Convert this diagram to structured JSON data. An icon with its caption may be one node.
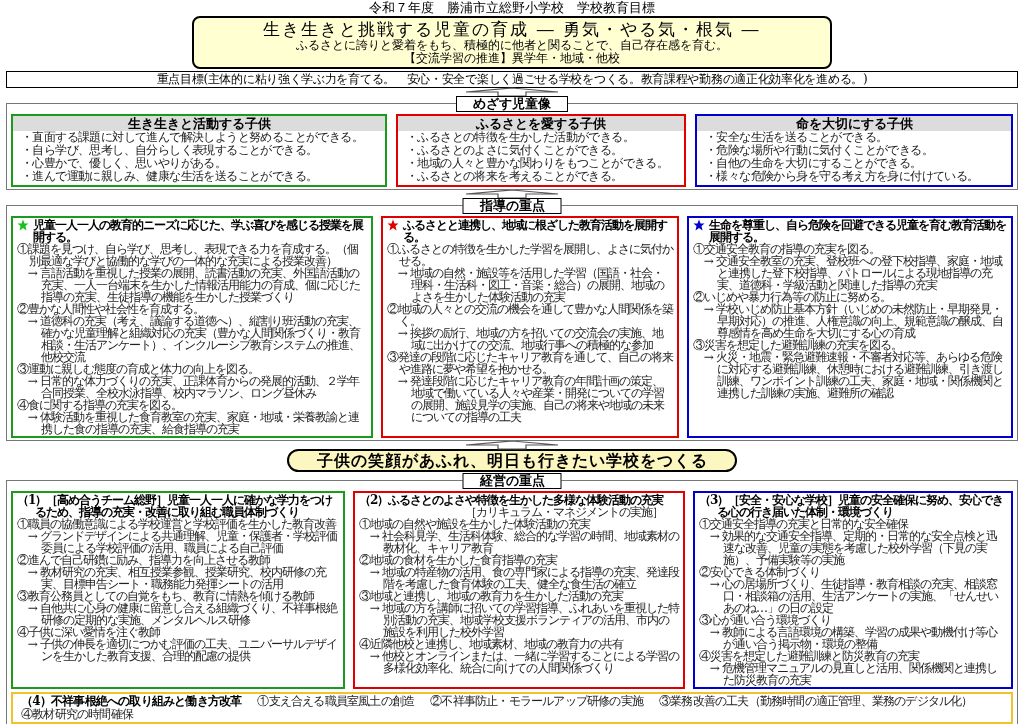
{
  "diagram": {
    "title": "令和７年度　勝浦市立総野小学校　学校教育目標",
    "nodes": [
      {
        "text": [
          "生き生きと挑戦する児童の育成 ― 勇気・やる気・根気 ―",
          "ふるさとに誇りと愛着をもち、積極的に他者と関ることで、自己存在感を育む。",
          "【交流学習の推進】異学年・地域・他校"
        ]
      },
      {
        "text": [
          "重点目標(主体的に粘り強く学ぶ力を育てる。　安心・安全で楽しく過ごせる学校をつくる。教育課程や勤務の適正化効率化を進める。)"
        ]
      },
      {
        "text": [
          "めざす児童像"
        ]
      },
      {
        "text": [
          "生き生きと活動する子供",
          "・直面する課題に対して進んで解決しようと努めることができる。",
          "・自ら学び、思考し、自分らしく表現することができる。",
          "・心豊かで、優しく、思いやりがある。",
          "・進んで運動に親しみ、健康な生活を送ることができる。"
        ],
        "in": 2
      },
      {
        "text": [
          "ふるさとを愛する子供",
          "・ふるさとの特徴を生かした活動ができる。",
          "・ふるさとのよさに気付くことができる。",
          "・地域の人々と豊かな関わりをもつことができる。",
          "・ふるさとの将来を考えることができる。"
        ],
        "in": 2
      },
      {
        "text": [
          "命を大切にする子供",
          "・安全な生活を送ることができる。",
          "・危険な場所や行動に気付くことができる。",
          "・自他の生命を大切にすることができる。",
          "・様々な危険から身を守る考え方を身に付けている。"
        ],
        "in": 2
      },
      {
        "text": [
          "指導の重点"
        ]
      },
      {
        "text": [
          "児童一人一人の教育的ニーズに応じた、学ぶ喜びを感じる授業を展開する。",
          "①課題を見つけ、自ら学び、思考し、表現できる力を育成する。（個別最適な学びと協働的な学びの一体的な充実による授業改善）",
          "→ 言語活動を重視した授業の展開、読書活動の充実、外国語活動の充実、一人一台端末を生かした情報活用能力の育成、個に応じた指導の充実、生徒指導の機能を生かした授業づくり",
          "②豊かな人間性や社会性を育成する。",
          "→ 道徳科の充実（考え、議論する道徳へ）、縦割り班活動の充実、確かな児童理解と組織対応の充実（豊かな人間関係づくり・教育相談・生活アンケート）、インクルーシブ教育システムの推進、他校交流",
          "③運動に親しむ態度の育成と体力の向上を図る。",
          "→ 日常的な体力づくりの充実、正課体育からの発展的活動、２学年合同授業、全校水泳指導、校内マラソン、ロング昼休み",
          "④食に関する指導の充実を図る。",
          "→ 体験活動を重視した食育教室の充実、家庭・地域・栄養教諭と連携した食の指導の充実、給食指導の充実"
        ],
        "in": 6
      },
      {
        "text": [
          "ふるさとと連携し、地域に根ざした教育活動を展開する。",
          "①ふるさとの特徴を生かした学習を展開し、よさに気付かせる。",
          "→ 地域の自然・施設等を活用した学習（国語・社会・理科・生活科・図工・音楽・総合）の展開、地域のよさを生かした体験活動の充実",
          "②地域の人々との交流の機会を通して豊かな人間関係を築く。",
          "→ 挨拶の励行、地域の方を招いての交流会の実施、地域に出かけての交流、地域行事への積極的な参加",
          "③発達の段階に応じたキャリア教育を通して、自己の将来や進路に夢や希望を抱かせる。",
          "→ 発達段階に応じたキャリア教育の年間計画の策定、地域で働いている人々や産業・開発についての学習の展開、施設見学の実施、自己の将来や地域の未来についての指導の工夫"
        ],
        "in": 6
      },
      {
        "text": [
          "生命を尊重し、自ら危険を回避できる児童を育む教育活動を展開する。",
          "①交通安全教育の指導の充実を図る。",
          "→ 交通安全教室の充実、登校班への登下校指導、家庭・地域と連携した登下校指導、パトロールによる現地指導の充実、道徳科・学級活動と関連した指導の充実",
          "②いじめや暴力行為等の防止に努める。",
          "→ 学校いじめ防止基本方針（いじめの未然防止・早期発見・早期対応）の推進、人権意識の向上、規範意識の醸成、自尊感情を高め生命を大切にする心の育成",
          "③災害を想定した避難訓練の充実を図る。",
          "→ 火災・地震・緊急避難速報・不審者対応等、あらゆる危険に対応する避難訓練、休憩時における避難訓練、引き渡し訓練、ワンポイント訓練の工夫、家庭・地域・関係機関と連携した訓練の実施、避難所の確認"
        ],
        "in": 6
      },
      {
        "text": [
          "子供の笑顔があふれ、明日も行きたい学校をつくる"
        ]
      },
      {
        "text": [
          "経営の重点"
        ]
      },
      {
        "text": [
          "（1）［高め合うチーム総野］児童一人一人に確かな学力をつけるため、指導の充実・改善に取り組む職員体制づくり",
          "①職員の協働意識による学校運営と学校評価を生かした教育改善",
          "→ グランドデザインによる共通理解、児童・保護者・学校評価委員による学校評価の活用、職員による自己評価",
          "②進んで自己研鑽に励み、指導力を向上させる教師",
          "→ 教材研究の充実、相互授業参観、授業研究、校内研修の充実、目標申告シート・職務能力発揮シートの活用",
          "③教育公務員としての自覚をもち、教育に情熱を傾ける教師",
          "→ 自他共に心身の健康に留意し合える組織づくり、不祥事根絶研修の定期的な実施、メンタルヘルス研修",
          "④子供に深い愛情を注ぐ教師",
          "→ 子供の伸長を適切につかむ評価の工夫、ユニバーサルデザインを生かした教育支援、合理的配慮の提供"
        ],
        "in": 11
      },
      {
        "text": [
          "（2）ふるさとのよさや特徴を生かした多様な体験活動の充実",
          "［カリキュラム・マネジメントの実施］",
          "①地域の自然や施設を生かした体験活動の充実",
          "→ 社会科見学、生活科体験、総合的な学習の時間、地域素材の教材化、キャリア教育",
          "②地域の食材を生かした食育指導の充実",
          "→ 地域の特産物の活用、食の専門家による指導の充実、発達段階を考慮した食育体験の工夫、健全な食生活の確立",
          "③地域と連携し、地域の教育力を生かした活動の充実",
          "→ 地域の方を講師に招いての学習指導、ふれあいを重視した特別活動の充実、地域学校支援ボランティアの活用、市内の施設を利用した校外学習",
          "④近隣他校と連携し、地域素材、地域の教育力の共有",
          "→ 他校とオンラインまたは、一緒に学習することによる学習の多様化効率化、統合に向けての人間関係づくり"
        ],
        "in": 11
      },
      {
        "text": [
          "（3）［安全・安心な学校］児童の安全確保に努め、安心できる心の行き届いた体制・環境づくり",
          "①交通安全指導の充実と日常的な安全確保",
          "→ 効果的な交通安全指導、定期的・日常的な安全点検と迅速な改善、児童の実態を考慮した校外学習（下見の実施）、予備実験等の実施",
          "②安心できる体制づくり",
          "→ 心の居場所づくり、生徒指導・教育相談の充実、相談窓口・相談箱の活用、生活アンケートの実施、「せんせいあのね…」の日の設定",
          "③心が通い合う環境づくり",
          "→ 教師による言語環境の構築、学習の成果や動機付け等心が通い合う掲示物・環境の整備",
          "④災害を想定した避難訓練と防災教育の充実",
          "→ 危機管理マニュアルの見直しと活用、関係機関と連携した防災教育の充実"
        ],
        "in": 11
      },
      {
        "text": [
          "（4）不祥事根絶への取り組みと働き方改革",
          "①支え合える職員室風土の創造",
          "②不祥事防止・モラールアップ研修の実施",
          "③業務改善の工夫（勤務時間の適正管理、業務のデジタル化）",
          "④教材研究の時間確保"
        ],
        "in": 11
      }
    ],
    "edges": [
      {
        "from": 2,
        "to": 1,
        "arrow": "to"
      },
      {
        "from": 6,
        "to": 2,
        "arrow": "to"
      },
      {
        "from": 10,
        "to": 6,
        "arrow": "to"
      }
    ]
  }
}
